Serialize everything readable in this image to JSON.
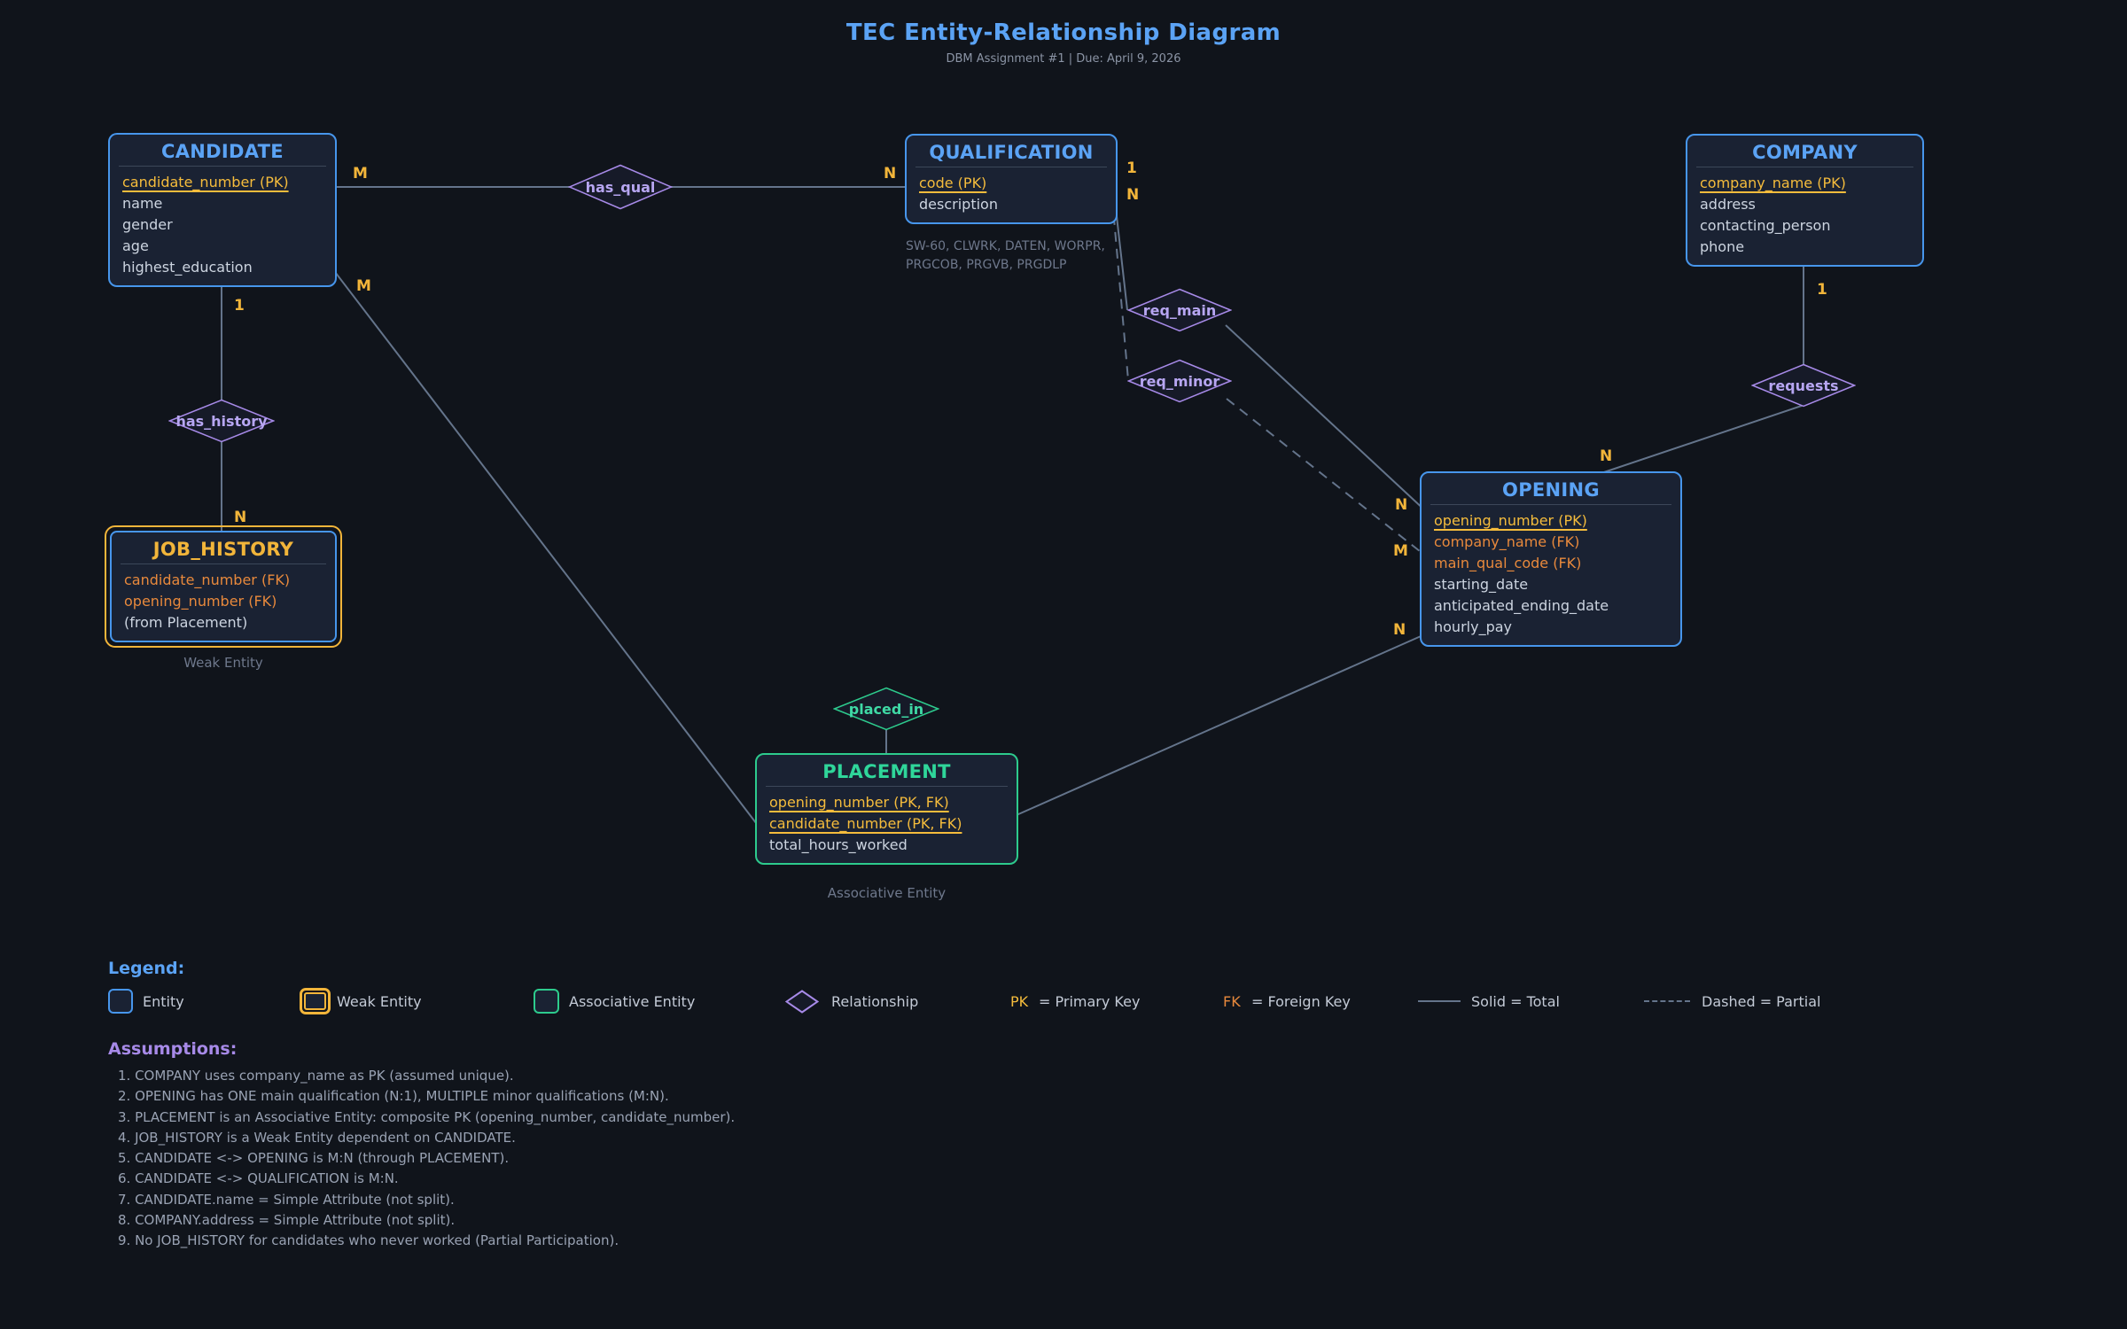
{
  "header": {
    "title": "TEC Entity-Relationship Diagram",
    "subtitle": "DBM Assignment #1 | Due: April 9, 2026"
  },
  "entities": {
    "candidate": {
      "title": "CANDIDATE",
      "attributes": [
        "candidate_number (PK)",
        "name",
        "gender",
        "age",
        "highest_education"
      ]
    },
    "qualification": {
      "title": "QUALIFICATION",
      "attributes": [
        "code (PK)",
        "description"
      ],
      "note_line1": "SW-60, CLWRK, DATEN, WORPR,",
      "note_line2": "PRGCOB, PRGVB, PRGDLP"
    },
    "company": {
      "title": "COMPANY",
      "attributes": [
        "company_name (PK)",
        "address",
        "contacting_person",
        "phone"
      ]
    },
    "job_history": {
      "title": "JOB_HISTORY",
      "attributes": [
        "candidate_number (FK)",
        "opening_number (FK)",
        "(from Placement)"
      ],
      "note": "Weak Entity"
    },
    "opening": {
      "title": "OPENING",
      "attributes": [
        "opening_number (PK)",
        "company_name (FK)",
        "main_qual_code (FK)",
        "starting_date",
        "anticipated_ending_date",
        "hourly_pay"
      ]
    },
    "placement": {
      "title": "PLACEMENT",
      "attributes": [
        "opening_number (PK, FK)",
        "candidate_number (PK, FK)",
        "total_hours_worked"
      ],
      "note": "Associative Entity"
    }
  },
  "relationships": {
    "has_qual": "has_qual",
    "has_history": "has_history",
    "req_main": "req_main",
    "req_minor": "req_minor",
    "requests": "requests",
    "placed_in": "placed_in"
  },
  "cardinalities": {
    "has_qual_candidate": "M",
    "has_qual_qualification": "N",
    "has_history_candidate": "1",
    "has_history_job_history": "N",
    "req_main_qualification": "1",
    "req_minor_qualification": "N",
    "req_main_opening": "N",
    "req_minor_opening": "M",
    "requests_company": "1",
    "requests_opening": "N",
    "placed_in_candidate": "M",
    "placed_in_opening": "N"
  },
  "legend": {
    "heading": "Legend:",
    "entity_label": "Entity",
    "weak_entity_label": "Weak Entity",
    "associative_label": "Associative Entity",
    "relationship_label": "Relationship",
    "pk_abbr": "PK",
    "pk_label": "= Primary Key",
    "fk_abbr": "FK",
    "fk_label": "= Foreign Key",
    "solid_label": "Solid = Total",
    "dashed_label": "Dashed = Partial"
  },
  "assumptions": {
    "heading": "Assumptions:",
    "items": [
      "1. COMPANY uses company_name as PK (assumed unique).",
      "2. OPENING has ONE main qualification (N:1), MULTIPLE minor qualifications (M:N).",
      "3. PLACEMENT is an Associative Entity: composite PK (opening_number, candidate_number).",
      "4. JOB_HISTORY is a Weak Entity dependent on CANDIDATE.",
      "5. CANDIDATE <-> OPENING is M:N (through PLACEMENT).",
      "6. CANDIDATE <-> QUALIFICATION is M:N.",
      "7. CANDIDATE.name = Simple Attribute (not split).",
      "8. COMPANY.address = Simple Attribute (not split).",
      "9. No JOB_HISTORY for candidates who never worked (Partial Participation)."
    ]
  },
  "colors": {
    "background": "#10141b",
    "entity_border": "#4796ec",
    "entity_title": "#5ba3f5",
    "weak_border": "#f2b53a",
    "associative_border": "#2dcb8d",
    "relationship_border": "#a78ae8",
    "pk_text": "#f5bc3c",
    "fk_text": "#e8893c",
    "connector": "#64748b",
    "cardinality": "#f2b53a",
    "assumptions_heading": "#a78ae8"
  }
}
